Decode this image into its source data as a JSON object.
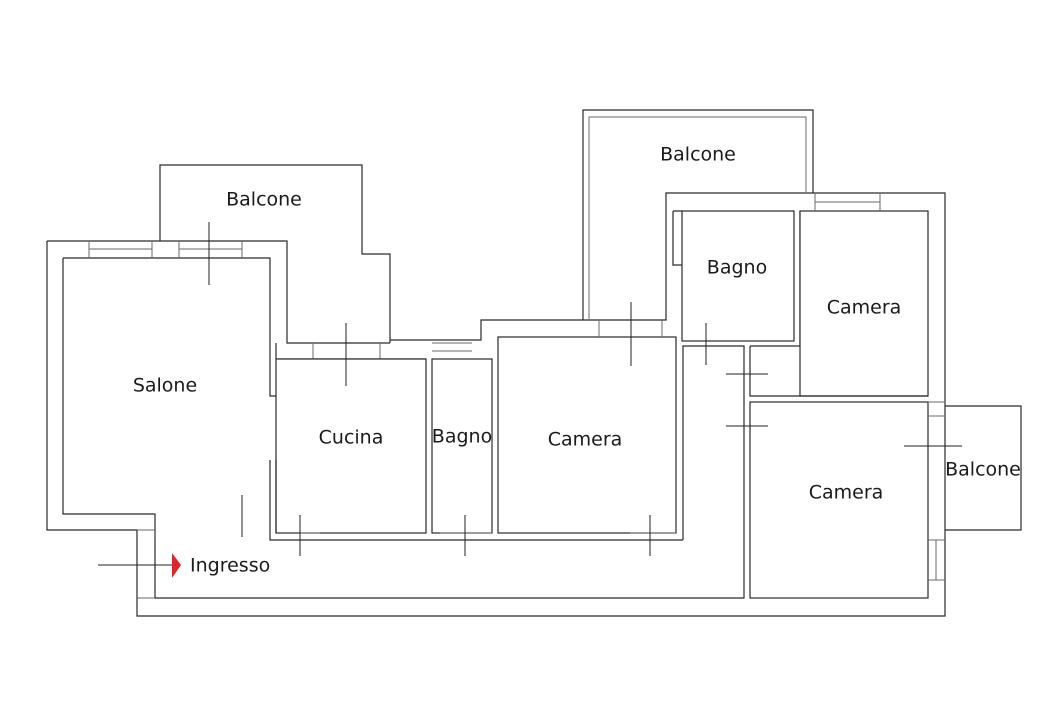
{
  "rooms": {
    "balcone_top_left": "Balcone",
    "balcone_top_right": "Balcone",
    "balcone_right": "Balcone",
    "salone": "Salone",
    "cucina": "Cucina",
    "bagno_center": "Bagno",
    "camera_center": "Camera",
    "bagno_right": "Bagno",
    "camera_top_right": "Camera",
    "camera_bottom_right": "Camera",
    "ingresso": "Ingresso"
  },
  "colors": {
    "entrance_arrow": "#e0262b",
    "walls": "#2a2a2a"
  }
}
